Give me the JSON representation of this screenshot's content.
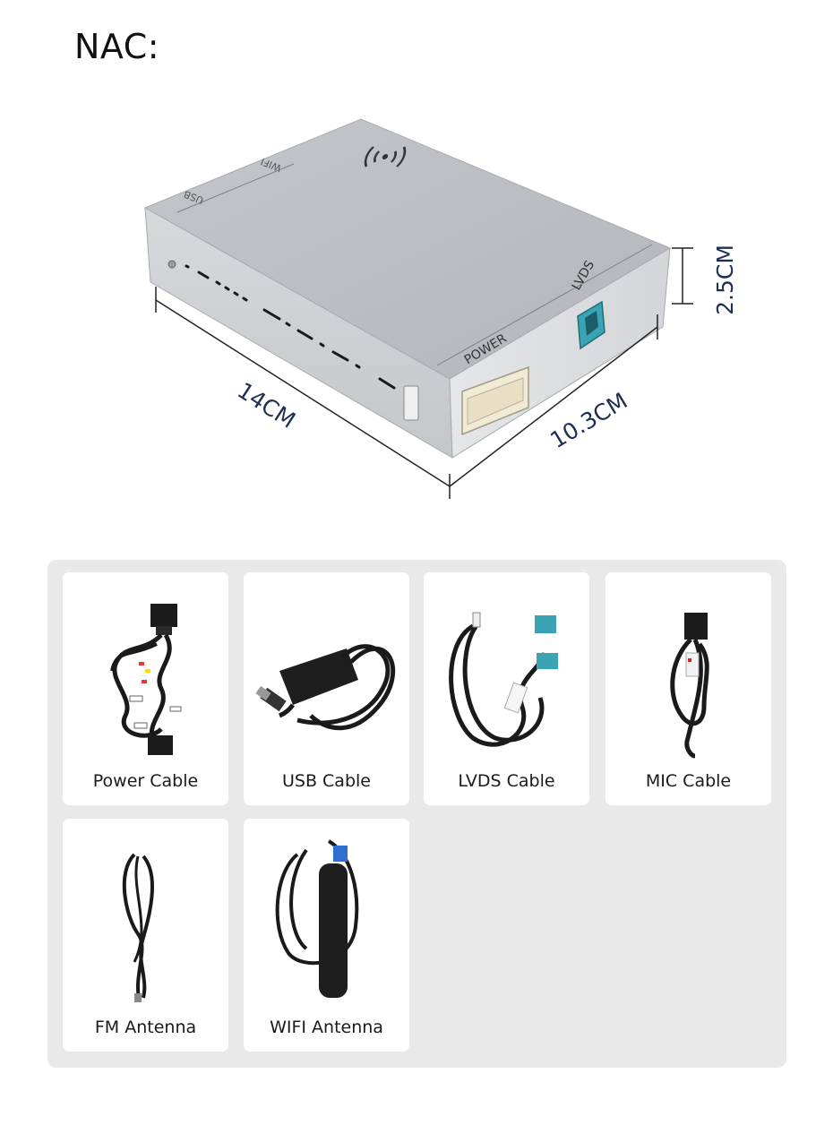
{
  "header": {
    "title": "NAC:"
  },
  "product": {
    "top_labels": [
      "USB",
      "WIFI"
    ],
    "port_labels": {
      "power": "POWER",
      "lvds": "LVDS"
    },
    "dimensions": {
      "length": "14CM",
      "width": "10.3CM",
      "height": "2.5CM"
    }
  },
  "accessories": [
    {
      "label": "Power Cable",
      "icon": "power-cable-icon"
    },
    {
      "label": "USB Cable",
      "icon": "usb-cable-icon"
    },
    {
      "label": "LVDS Cable",
      "icon": "lvds-cable-icon"
    },
    {
      "label": "MIC Cable",
      "icon": "mic-cable-icon"
    },
    {
      "label": "FM Antenna",
      "icon": "fm-antenna-icon"
    },
    {
      "label": "WIFI Antenna",
      "icon": "wifi-antenna-icon"
    }
  ],
  "colors": {
    "panel": "#e9e9e9",
    "dimension_text": "#1f2f52",
    "box_body": "#b9bcc0",
    "lvds_connector": "#3aa3b4"
  }
}
